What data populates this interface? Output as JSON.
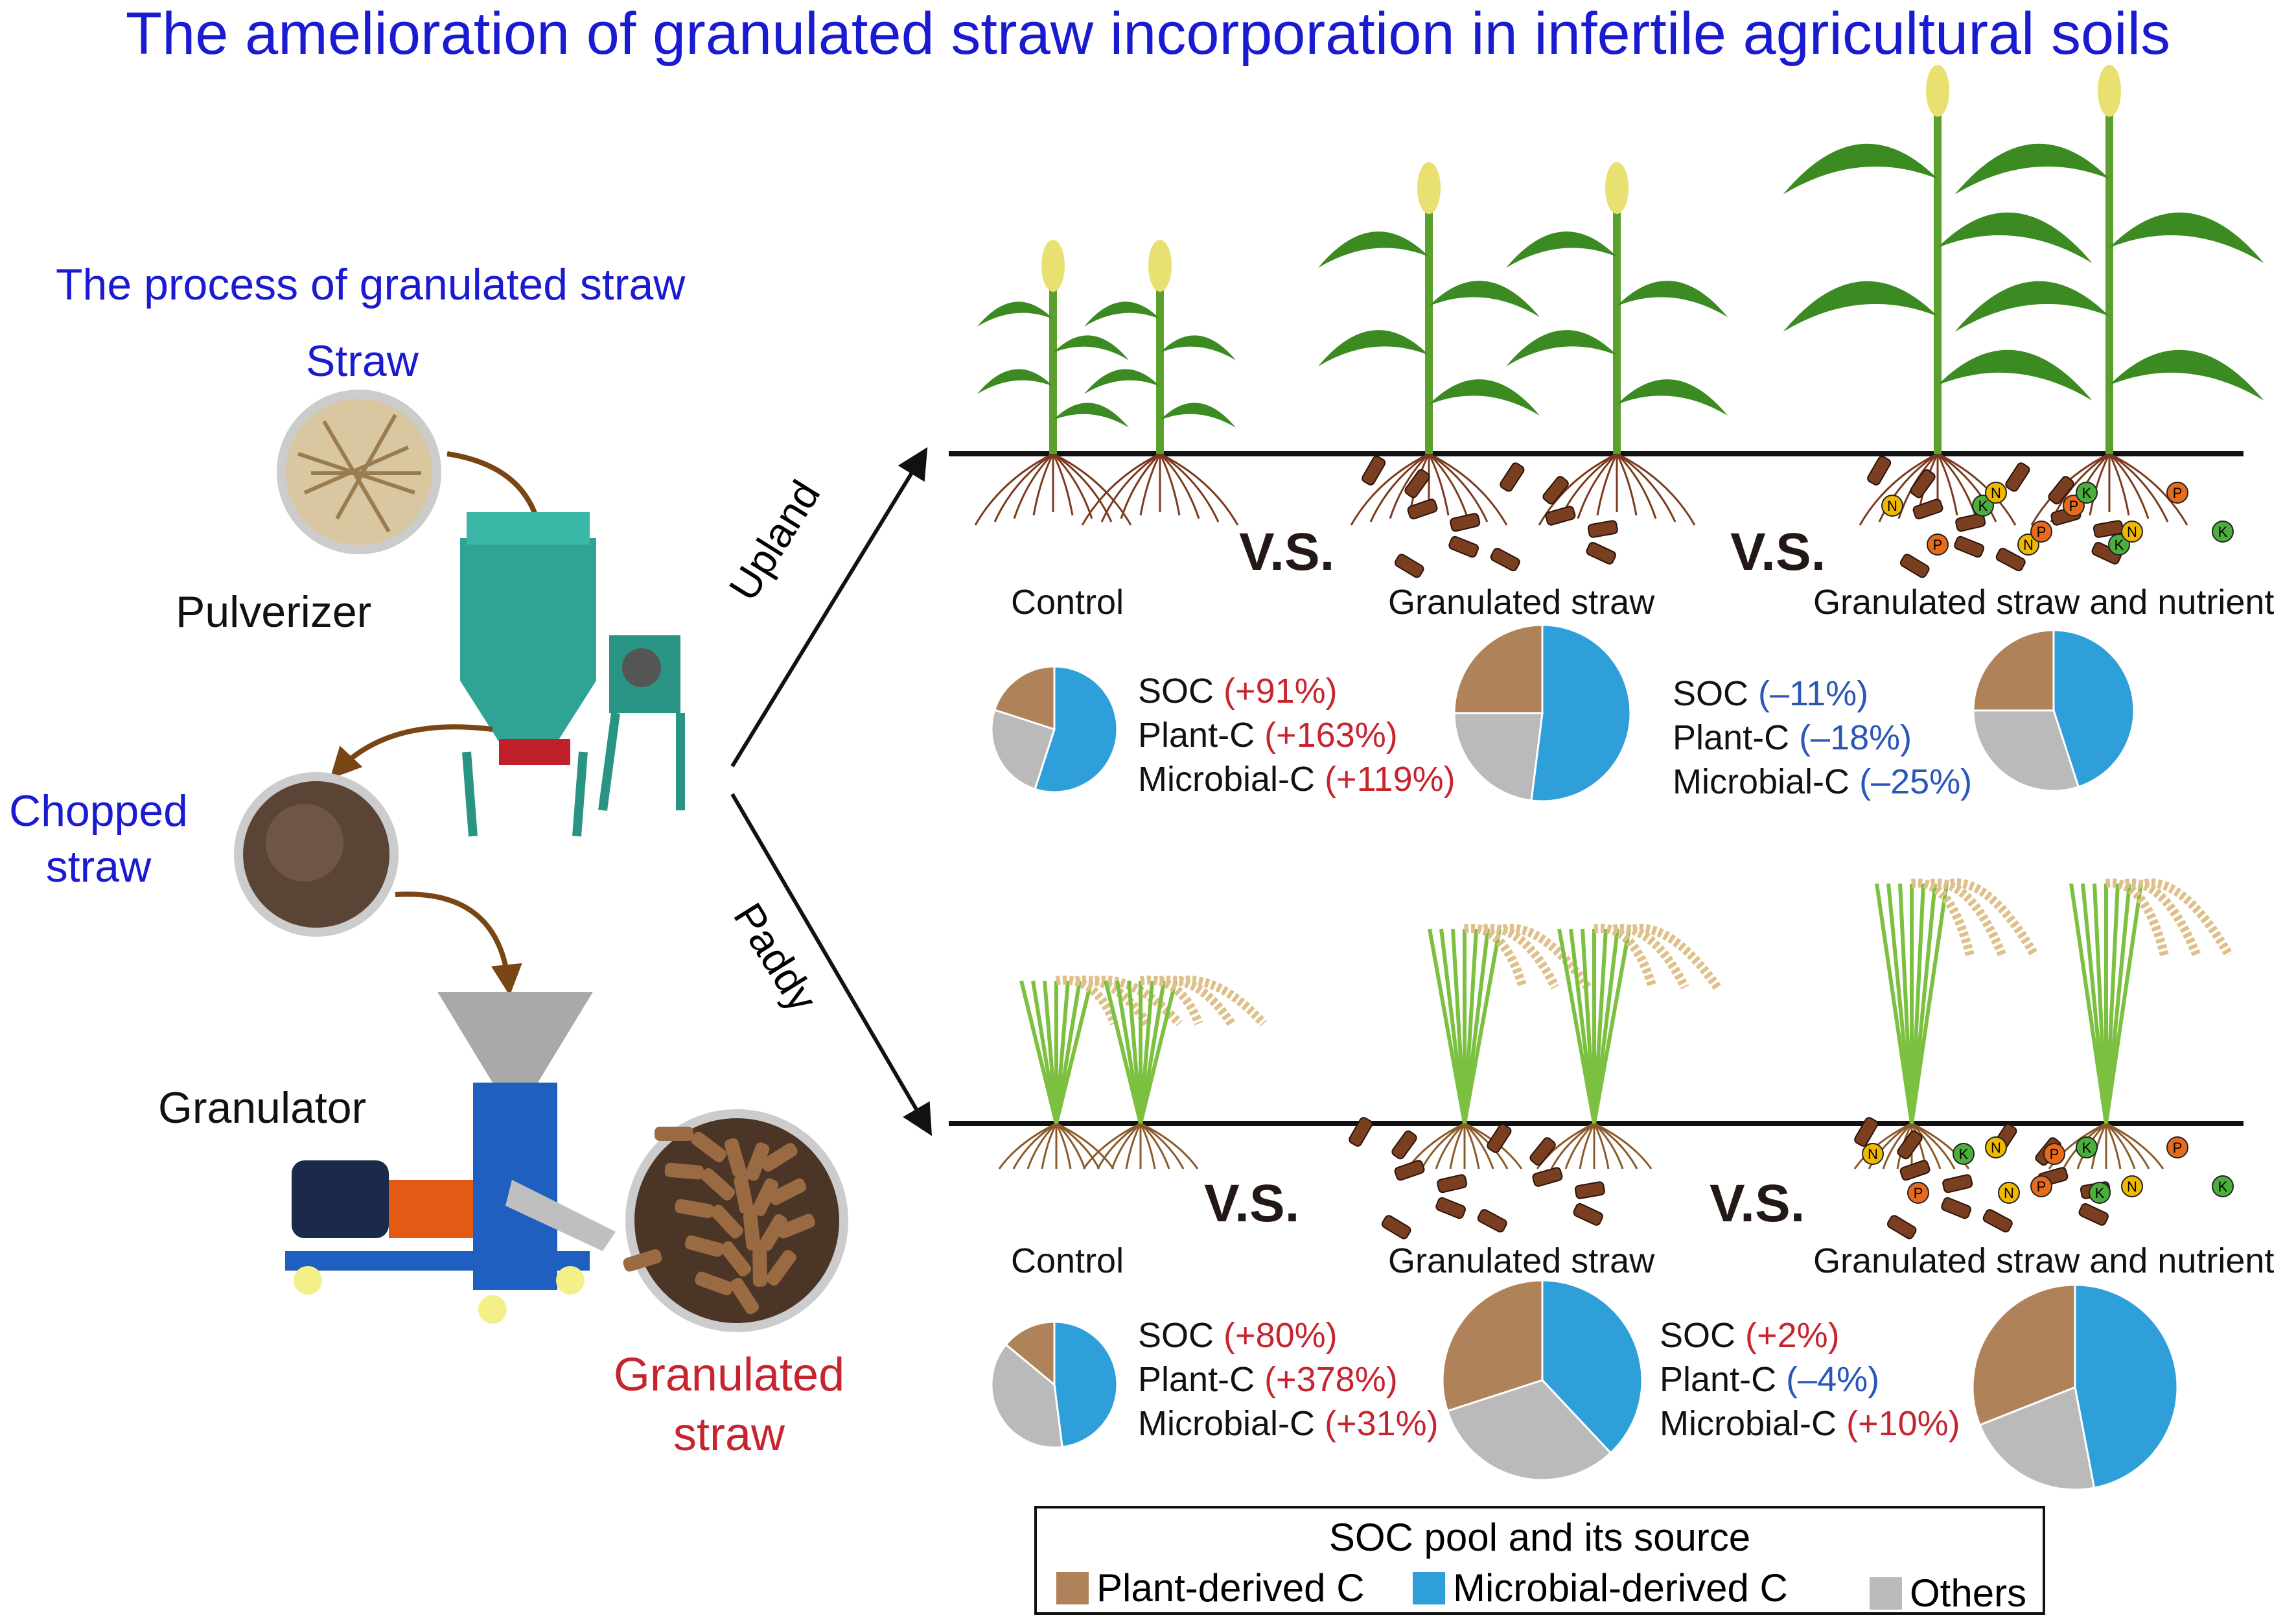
{
  "title": "The amelioration of granulated straw incorporation in infertile agricultural soils",
  "process": {
    "heading": "The process of granulated straw",
    "straw": "Straw",
    "pulverizer": "Pulverizer",
    "chopped_straw": [
      "Chopped",
      "straw"
    ],
    "granulator": "Granulator",
    "granulated_straw": [
      "Granulated",
      "straw"
    ]
  },
  "branches": {
    "upland": "Upland",
    "paddy": "Paddy"
  },
  "vs": "V.S.",
  "nutrients": [
    "N",
    "P",
    "K"
  ],
  "colors": {
    "plant": "#b0825a",
    "microbial": "#2e9fd9",
    "others": "#bababa",
    "increase": "#c62530",
    "decrease": "#2a56b8"
  },
  "upland": {
    "treatments": [
      "Control",
      "Granulated straw",
      "Granulated straw and nutrient"
    ],
    "comparisons": [
      {
        "soc": "SOC",
        "soc_change": "(+91%)",
        "soc_dir": "up",
        "plant": "Plant-C",
        "plant_change": "(+163%)",
        "plant_dir": "up",
        "micro": "Microbial-C",
        "micro_change": "(+119%)",
        "micro_dir": "up"
      },
      {
        "soc": "SOC",
        "soc_change": "(–11%)",
        "soc_dir": "down",
        "plant": "Plant-C",
        "plant_change": "(–18%)",
        "plant_dir": "down",
        "micro": "Microbial-C",
        "micro_change": "(–25%)",
        "micro_dir": "down"
      }
    ],
    "pies": [
      {
        "plant": 0.2,
        "microbial": 0.55,
        "others": 0.25
      },
      {
        "plant": 0.25,
        "microbial": 0.52,
        "others": 0.23
      },
      {
        "plant": 0.25,
        "microbial": 0.45,
        "others": 0.3
      }
    ]
  },
  "paddy": {
    "treatments": [
      "Control",
      "Granulated straw",
      "Granulated straw and nutrient"
    ],
    "comparisons": [
      {
        "soc": "SOC",
        "soc_change": "(+80%)",
        "soc_dir": "up",
        "plant": "Plant-C",
        "plant_change": "(+378%)",
        "plant_dir": "up",
        "micro": "Microbial-C",
        "micro_change": "(+31%)",
        "micro_dir": "up"
      },
      {
        "soc": "SOC",
        "soc_change": "(+2%)",
        "soc_dir": "up",
        "plant": "Plant-C",
        "plant_change": "(–4%)",
        "plant_dir": "down",
        "micro": "Microbial-C",
        "micro_change": "(+10%)",
        "micro_dir": "up"
      }
    ],
    "pies": [
      {
        "plant": 0.14,
        "microbial": 0.48,
        "others": 0.38
      },
      {
        "plant": 0.3,
        "microbial": 0.38,
        "others": 0.32
      },
      {
        "plant": 0.31,
        "microbial": 0.47,
        "others": 0.22
      }
    ]
  },
  "legend": {
    "title": "SOC pool and its source",
    "items": [
      "Plant-derived C",
      "Microbial-derived C",
      "Others"
    ]
  }
}
